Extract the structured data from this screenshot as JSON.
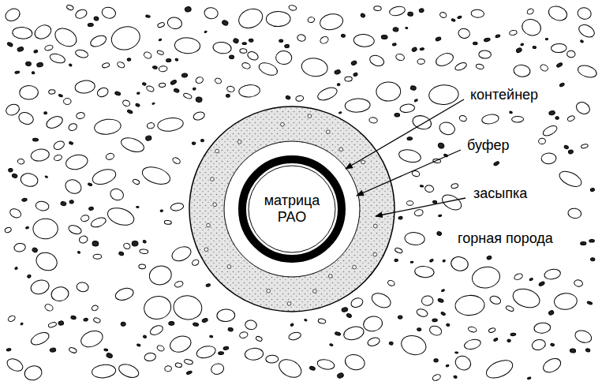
{
  "diagram": {
    "nodes": [
      {
        "text": [
          "матрица РАО"
        ]
      }
    ],
    "labels": [
      "контейнер",
      "буфер",
      "засыпка",
      "горная порода"
    ]
  }
}
